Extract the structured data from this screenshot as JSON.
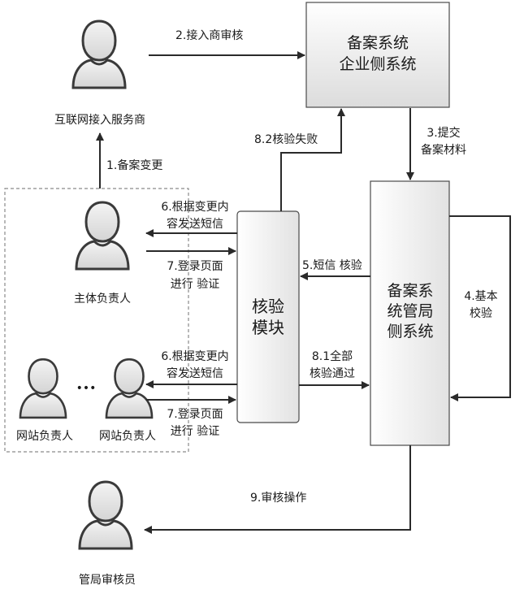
{
  "actors": {
    "isp": "互联网接入服务商",
    "principal": "主体负责人",
    "site_owner_1": "网站负责人",
    "site_owner_2": "网站负责人",
    "auditor": "管局审核员",
    "ellipsis": "•••"
  },
  "boxes": {
    "enterprise": [
      "备案系统",
      "企业侧系统"
    ],
    "verify": [
      "核验",
      "模块"
    ],
    "bureau": [
      "备案系",
      "统管局",
      "侧系统"
    ]
  },
  "steps": {
    "s1": "1.备案变更",
    "s2": "2.接入商审核",
    "s3": [
      "3.提交",
      "备案材料"
    ],
    "s4": [
      "4.基本",
      "校验"
    ],
    "s5": "5.短信 核验",
    "s6a": [
      "6.根据变更内",
      "容发送短信"
    ],
    "s6b": [
      "6.根据变更内",
      "容发送短信"
    ],
    "s7a": [
      "7.登录页面",
      "进行 验证"
    ],
    "s7b": [
      "7.登录页面",
      "进行 验证"
    ],
    "s81": [
      "8.1全部",
      "核验通过"
    ],
    "s82": "8.2核验失败",
    "s9": "9.审核操作"
  }
}
